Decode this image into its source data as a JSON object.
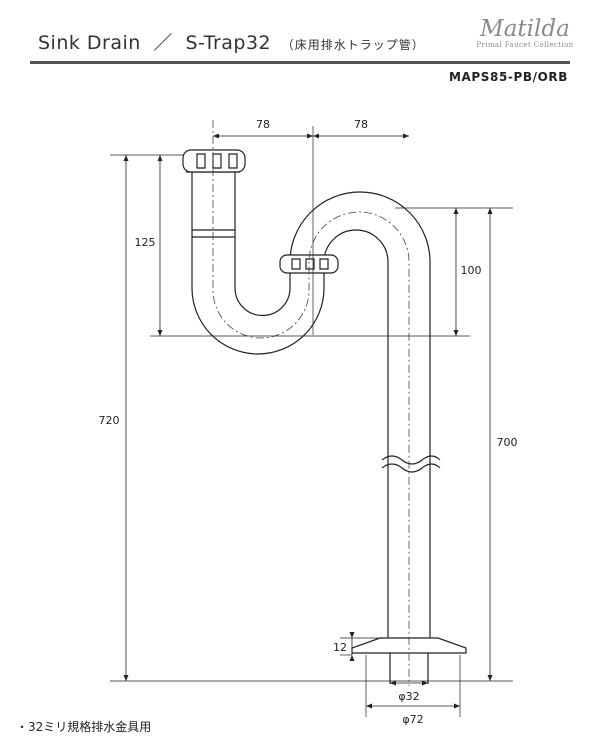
{
  "header": {
    "product": "Sink Drain",
    "separator": "／",
    "variant": "S-Trap32",
    "subtitle": "（床用排水トラップ管）",
    "brand_name": "Matilda",
    "brand_tagline": "Primal Faucet Collection",
    "model": "MAPS85-PB/ORB"
  },
  "dimensions": {
    "left_to_center": "78",
    "center_to_right": "78",
    "trap_depth": "125",
    "bend_height": "100",
    "overall_height_left": "720",
    "overall_height_right": "700",
    "flange_thickness": "12",
    "pipe_diameter": "φ32",
    "flange_diameter": "φ72"
  },
  "note": "・32ミリ規格排水金具用"
}
